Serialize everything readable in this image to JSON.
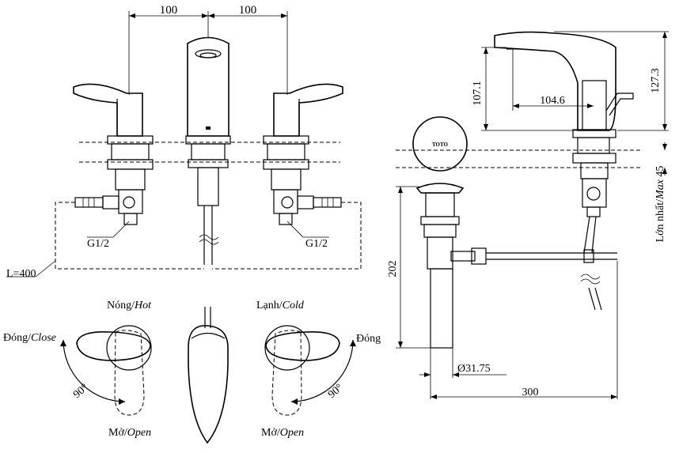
{
  "front_view": {
    "dim_left": "100",
    "dim_right": "100",
    "thread_left": "G1/2",
    "thread_right": "G1/2",
    "hose_length": "L=400"
  },
  "handle_views": {
    "hot": {
      "prefix": "Nóng/",
      "italic": "Hot"
    },
    "cold": {
      "prefix": "Lạnh/",
      "italic": "Cold"
    },
    "close": {
      "prefix": "Đóng/",
      "italic": "Close"
    },
    "close_short": "Đóng",
    "open_left": {
      "prefix": "Mở/",
      "italic": "Open"
    },
    "open_right": {
      "prefix": "Mở/",
      "italic": "Open"
    },
    "angle_left": "90°",
    "angle_right": "90°"
  },
  "side_view": {
    "dim_height_spout": "107.1",
    "dim_reach": "104.6",
    "dim_height_total": "127.3",
    "deck_thickness": {
      "prefix": "Lớn nhất/",
      "italic": "Max",
      "value": " 45"
    },
    "drain_length": "202",
    "drain_diameter": "Ø31.75",
    "drain_rod_length": "300",
    "logo_text": "TOTO"
  }
}
